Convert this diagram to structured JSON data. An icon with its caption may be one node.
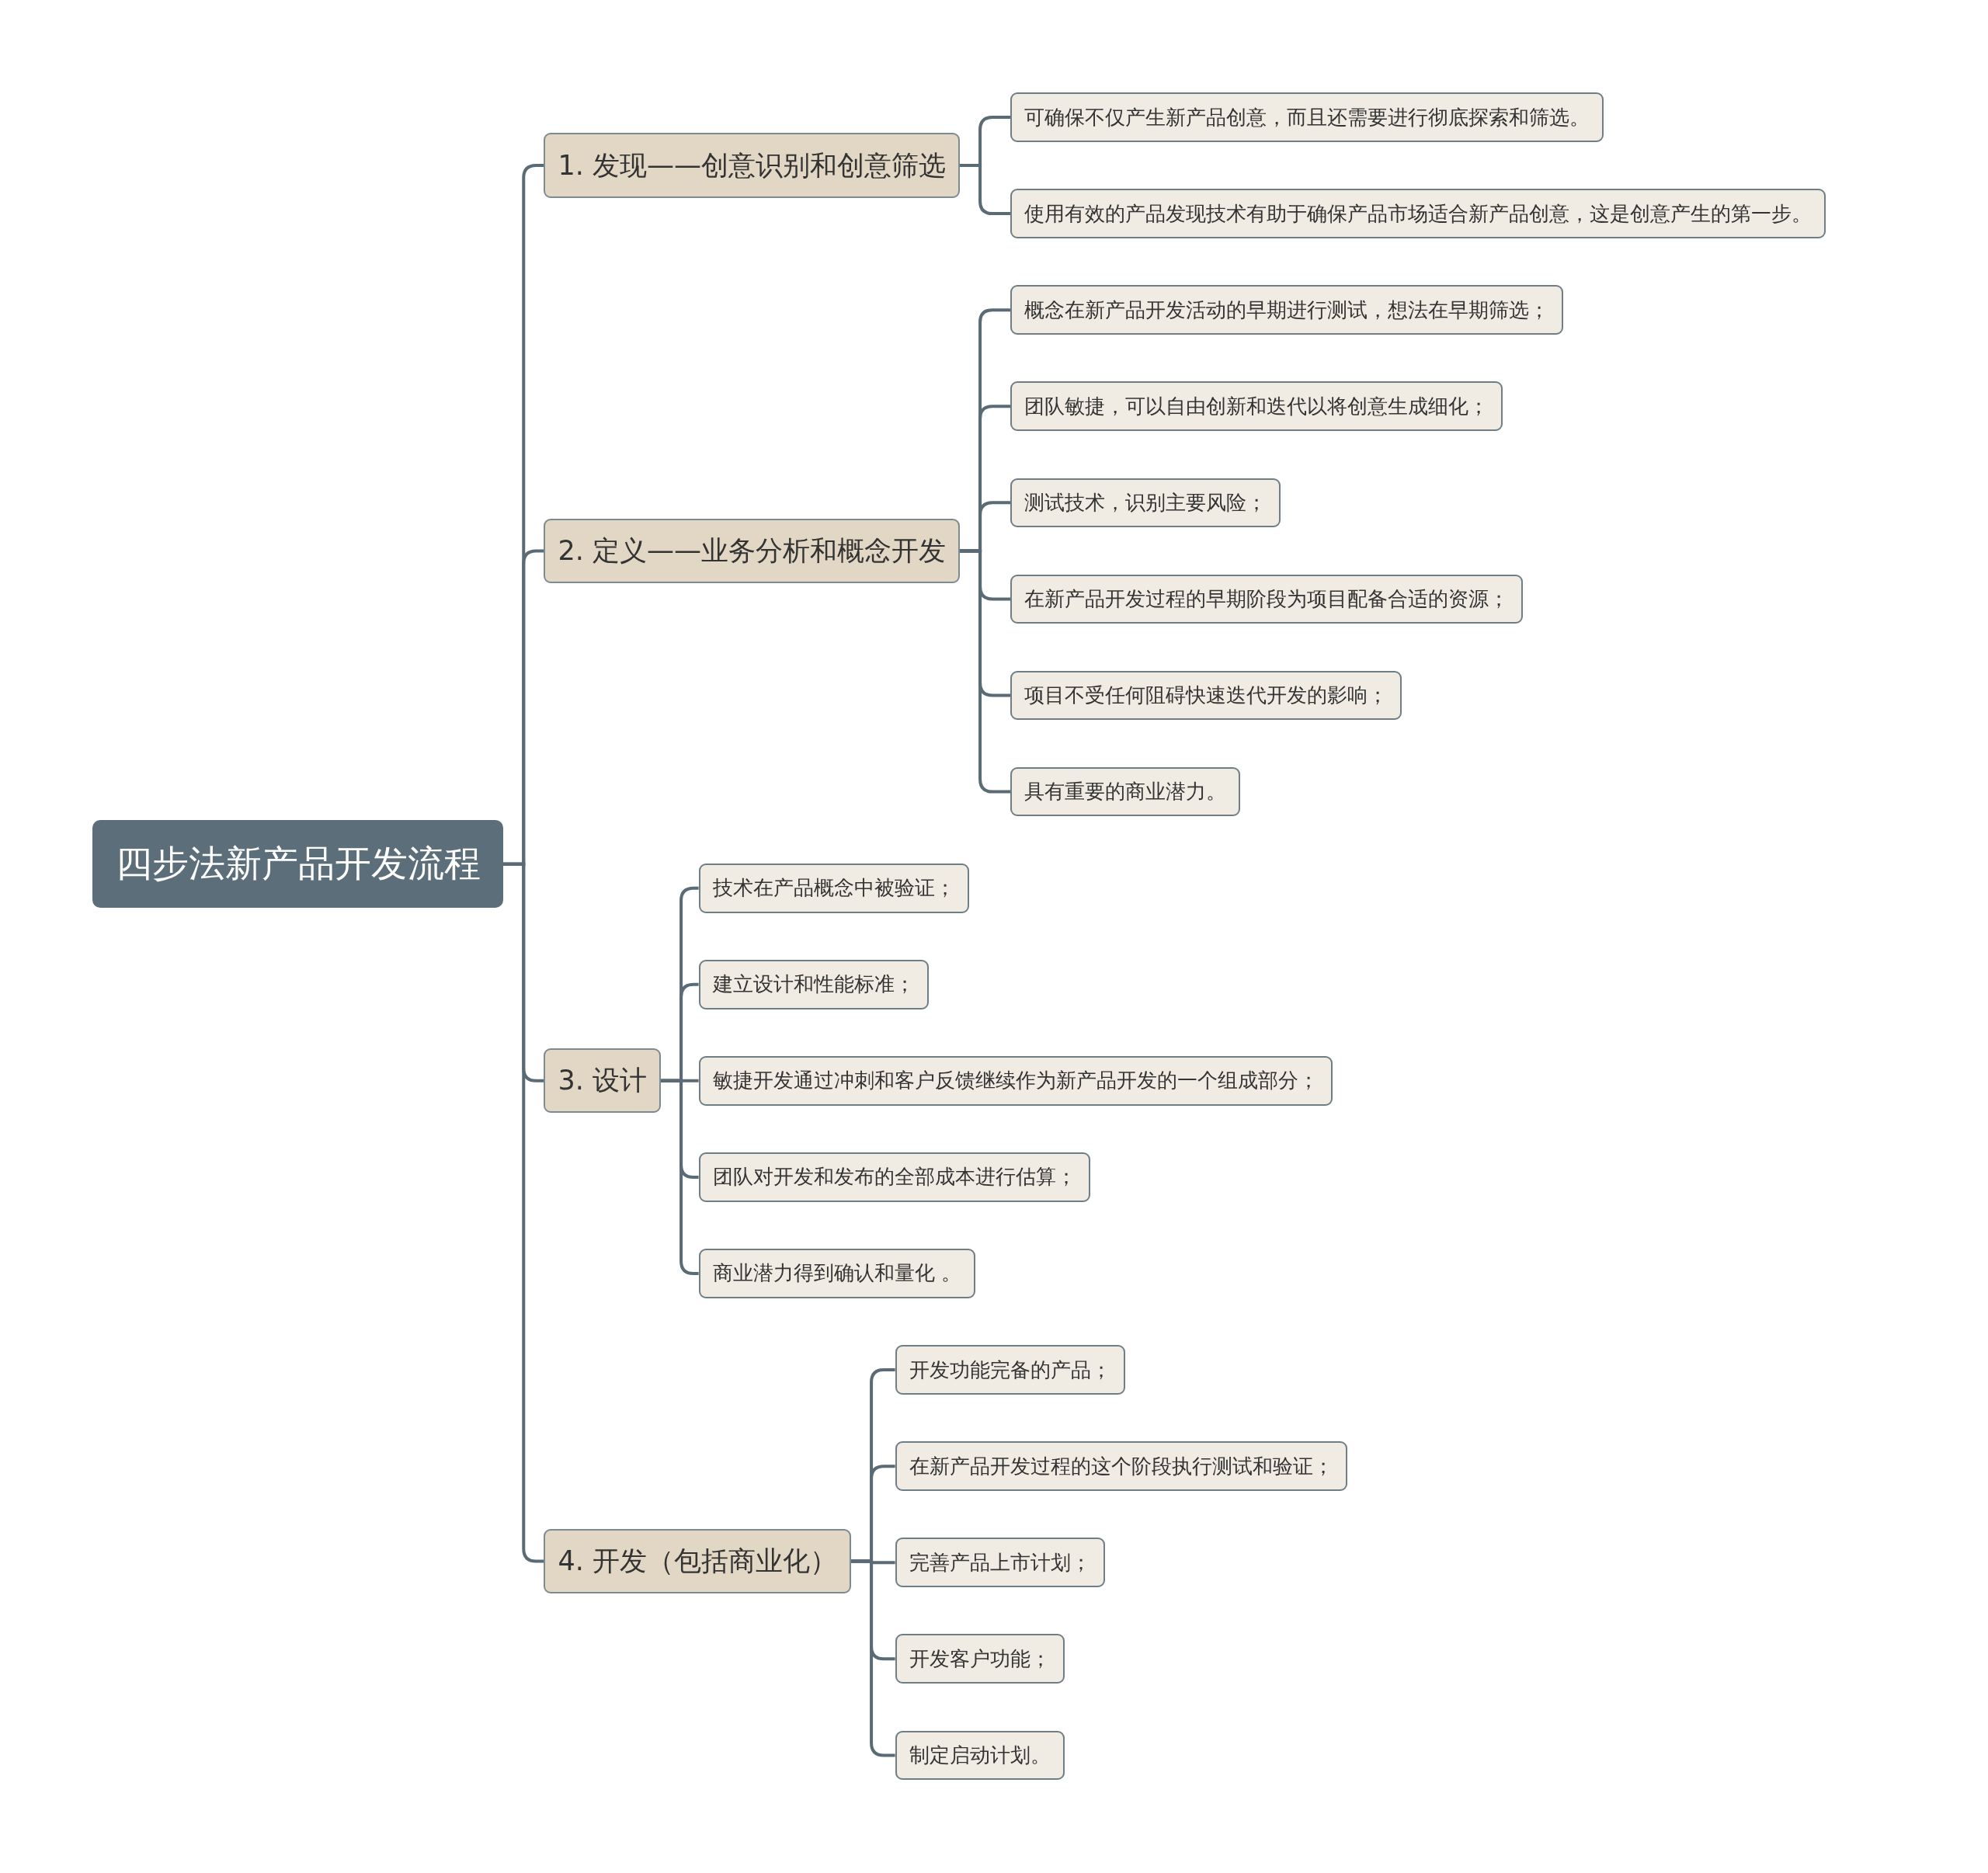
{
  "diagram": {
    "nodes": [
      {
        "text": [
          "四步法新产品开发流程"
        ]
      },
      {
        "text": [
          "1. 发现——创意识别和创意筛选"
        ]
      },
      {
        "text": [
          "可确保不仅产生新产品创意，而且还需要进行彻底探索和筛选。"
        ]
      },
      {
        "text": [
          "使用有效的产品发现技术有助于确保产品市场适合新产品创意，这是创意产生的第一步。"
        ]
      },
      {
        "text": [
          "2. 定义——业务分析和概念开发"
        ]
      },
      {
        "text": [
          "概念在新产品开发活动的早期进行测试，想法在早期筛选；"
        ]
      },
      {
        "text": [
          "团队敏捷，可以自由创新和迭代以将创意生成细化；"
        ]
      },
      {
        "text": [
          "测试技术，识别主要风险；"
        ]
      },
      {
        "text": [
          "在新产品开发过程的早期阶段为项目配备合适的资源；"
        ]
      },
      {
        "text": [
          "项目不受任何阻碍快速迭代开发的影响；"
        ]
      },
      {
        "text": [
          "具有重要的商业潜力。"
        ]
      },
      {
        "text": [
          "3. 设计"
        ]
      },
      {
        "text": [
          "技术在产品概念中被验证；"
        ]
      },
      {
        "text": [
          "建立设计和性能标准；"
        ]
      },
      {
        "text": [
          "敏捷开发通过冲刺和客户反馈继续作为新产品开发的一个组成部分；"
        ]
      },
      {
        "text": [
          "团队对开发和发布的全部成本进行估算；"
        ]
      },
      {
        "text": [
          "商业潜力得到确认和量化 。"
        ]
      },
      {
        "text": [
          "4. 开发（包括商业化）"
        ]
      },
      {
        "text": [
          "开发功能完备的产品；"
        ]
      },
      {
        "text": [
          "在新产品开发过程的这个阶段执行测试和验证；"
        ]
      },
      {
        "text": [
          "完善产品上市计划；"
        ]
      },
      {
        "text": [
          "开发客户功能；"
        ]
      },
      {
        "text": [
          "制定启动计划。"
        ]
      }
    ],
    "edges": [
      {
        "from": 0,
        "to": 1,
        "arrow": "none"
      },
      {
        "from": 1,
        "to": 2,
        "arrow": "none"
      },
      {
        "from": 1,
        "to": 3,
        "arrow": "none"
      },
      {
        "from": 0,
        "to": 4,
        "arrow": "none"
      },
      {
        "from": 4,
        "to": 5,
        "arrow": "none"
      },
      {
        "from": 4,
        "to": 6,
        "arrow": "none"
      },
      {
        "from": 4,
        "to": 7,
        "arrow": "none"
      },
      {
        "from": 4,
        "to": 8,
        "arrow": "none"
      },
      {
        "from": 4,
        "to": 9,
        "arrow": "none"
      },
      {
        "from": 4,
        "to": 10,
        "arrow": "none"
      },
      {
        "from": 0,
        "to": 11,
        "arrow": "none"
      },
      {
        "from": 11,
        "to": 12,
        "arrow": "none"
      },
      {
        "from": 11,
        "to": 13,
        "arrow": "none"
      },
      {
        "from": 11,
        "to": 14,
        "arrow": "none"
      },
      {
        "from": 11,
        "to": 15,
        "arrow": "none"
      },
      {
        "from": 11,
        "to": 16,
        "arrow": "none"
      },
      {
        "from": 0,
        "to": 17,
        "arrow": "none"
      },
      {
        "from": 17,
        "to": 18,
        "arrow": "none"
      },
      {
        "from": 17,
        "to": 19,
        "arrow": "none"
      },
      {
        "from": 17,
        "to": 20,
        "arrow": "none"
      },
      {
        "from": 17,
        "to": 21,
        "arrow": "none"
      },
      {
        "from": 17,
        "to": 22,
        "arrow": "none"
      }
    ]
  }
}
